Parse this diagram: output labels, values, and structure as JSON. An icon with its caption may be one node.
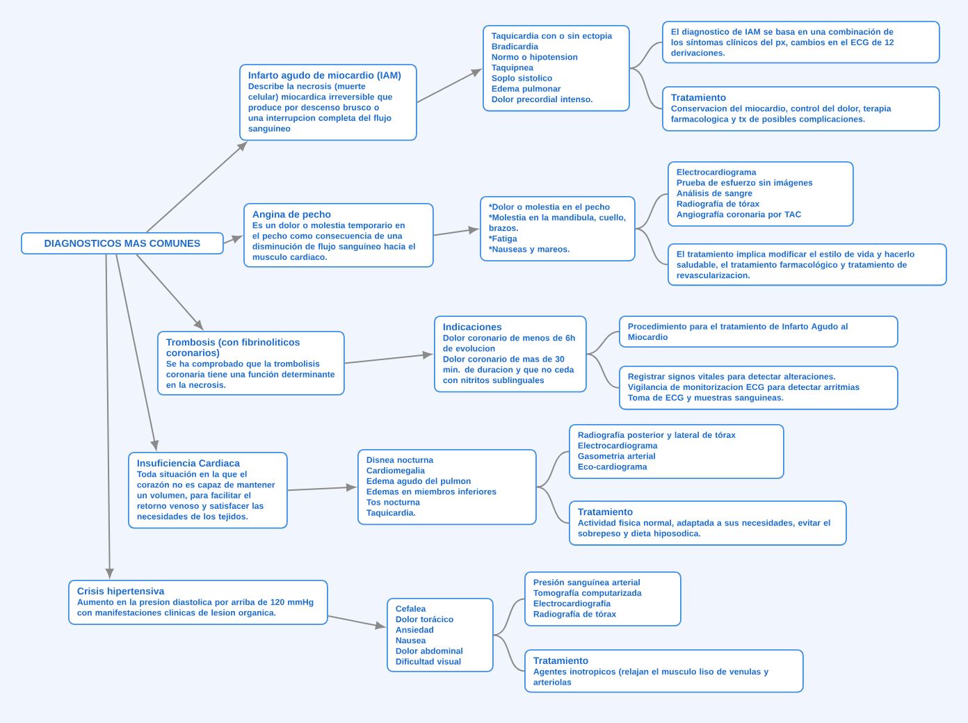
{
  "diagram": {
    "nodes": [
      {
        "text": [
          "DIAGNOSTICOS MAS COMUNES"
        ]
      },
      {
        "text": [
          "Infarto agudo de miocardio (IAM)",
          "Describe la necrosis (muerte celular) miocardica irreversible que produce por descenso brusco o una interrupcion completa del flujo sanguineo"
        ]
      },
      {
        "text": [
          "Angina de pecho",
          "Es un dolor o molestia temporario en el pecho como consecuencia de una disminución de flujo sanguíneo hacia el musculo cardiaco."
        ]
      },
      {
        "text": [
          "Trombosis (con fibrinoliticos coronarios)",
          "Se ha comprobado que la trombolisis coronaria tiene una función determinante en la necrosis."
        ]
      },
      {
        "text": [
          "Insuficiencia Cardiaca",
          "Toda situación en la que el corazón no es capaz de mantener un volumen, para facilitar el retorno venoso y satisfacer las necesidades de los tejidos."
        ]
      },
      {
        "text": [
          "Crisis hipertensiva",
          "Aumento en la presion diastolica por arriba de 120 mmHg con manifestaciones clinicas de lesion organica."
        ]
      },
      {
        "text": [
          "Taquicardia con o sin ectopia",
          "Bradicardia",
          "Normo o hipotension",
          "Taquipnea",
          "Soplo sistolico",
          "Edema pulmonar",
          "Dolor precordial intenso."
        ]
      },
      {
        "text": [
          "El diagnostico de IAM se basa en una combinación de los síntomas clínicos del px, cambios en el ECG de 12 derivaciones."
        ]
      },
      {
        "text": [
          "Tratamiento",
          "Conservacion del miocardio, control del dolor, terapia farmacologica y tx de posibles complicaciones."
        ]
      },
      {
        "text": [
          "*Dolor o molestia en el pecho",
          "*Molestia en la mandibula, cuello, brazos.",
          "*Fatiga",
          "*Nauseas y mareos."
        ]
      },
      {
        "text": [
          "Electrocardiograma",
          "Prueba de esfuerzo sin imágenes",
          "Análisis de sangre",
          "Radiografía de tórax",
          "Angiografía coronaria por TAC"
        ]
      },
      {
        "text": [
          "El tratamiento implica modificar el estilo de vida y hacerlo saludable, el tratamiento farmacológico y tratamiento de revascularizacion."
        ]
      },
      {
        "text": [
          "Indicaciones",
          "Dolor coronario de menos de 6h de evolucion",
          "Dolor coronario de mas de 30 min. de duracion y que no ceda con nitritos sublinguales"
        ]
      },
      {
        "text": [
          "Procedimiento para el tratamiento de Infarto Agudo al Miocardio"
        ]
      },
      {
        "text": [
          "Registrar signos vitales para detectar alteraciones.",
          "Vigilancia de monitorizacion ECG para detectar arritmias",
          "Toma de ECG y muestras sanguineas."
        ]
      },
      {
        "text": [
          "Disnea nocturna",
          "Cardiomegalia",
          "Edema agudo del pulmon",
          "Edemas en miembros inferiores",
          "Tos nocturna",
          "Taquicardia."
        ]
      },
      {
        "text": [
          "Radiografía posterior y lateral de tórax",
          "Electrocardiograma",
          "Gasometria arterial",
          "Eco-cardiograma"
        ]
      },
      {
        "text": [
          "Tratamiento",
          "Actividad fisica normal, adaptada a sus necesidades, evitar el sobrepeso y dieta hiposodica."
        ]
      },
      {
        "text": [
          "Cefalea",
          "Dolor torácico",
          "Ansiedad",
          "Nausea",
          "Dolor abdominal",
          "Dificultad visual"
        ]
      },
      {
        "text": [
          "Presión sanguínea arterial",
          "Tomografía computarizada",
          "Electrocardiografía",
          "Radiografía de tórax"
        ]
      },
      {
        "text": [
          "Tratamiento",
          "Agentes inotropicos (relajan el musculo liso de venulas y arteriolas"
        ]
      }
    ],
    "edges": [
      {
        "from": 0,
        "to": 1,
        "arrow": "to"
      },
      {
        "from": 0,
        "to": 2,
        "arrow": "to"
      },
      {
        "from": 0,
        "to": 3,
        "arrow": "to"
      },
      {
        "from": 0,
        "to": 4,
        "arrow": "to"
      },
      {
        "from": 0,
        "to": 5,
        "arrow": "to"
      },
      {
        "from": 1,
        "to": 6,
        "arrow": "to"
      },
      {
        "from": 6,
        "to": 7,
        "arrow": "none"
      },
      {
        "from": 6,
        "to": 8,
        "arrow": "none"
      },
      {
        "from": 2,
        "to": 9,
        "arrow": "to"
      },
      {
        "from": 9,
        "to": 10,
        "arrow": "none"
      },
      {
        "from": 9,
        "to": 11,
        "arrow": "none"
      },
      {
        "from": 3,
        "to": 12,
        "arrow": "to"
      },
      {
        "from": 12,
        "to": 13,
        "arrow": "none"
      },
      {
        "from": 12,
        "to": 14,
        "arrow": "none"
      },
      {
        "from": 4,
        "to": 15,
        "arrow": "to"
      },
      {
        "from": 15,
        "to": 16,
        "arrow": "none"
      },
      {
        "from": 15,
        "to": 17,
        "arrow": "none"
      },
      {
        "from": 5,
        "to": 18,
        "arrow": "to"
      },
      {
        "from": 18,
        "to": 19,
        "arrow": "none"
      },
      {
        "from": 18,
        "to": 20,
        "arrow": "none"
      }
    ]
  }
}
